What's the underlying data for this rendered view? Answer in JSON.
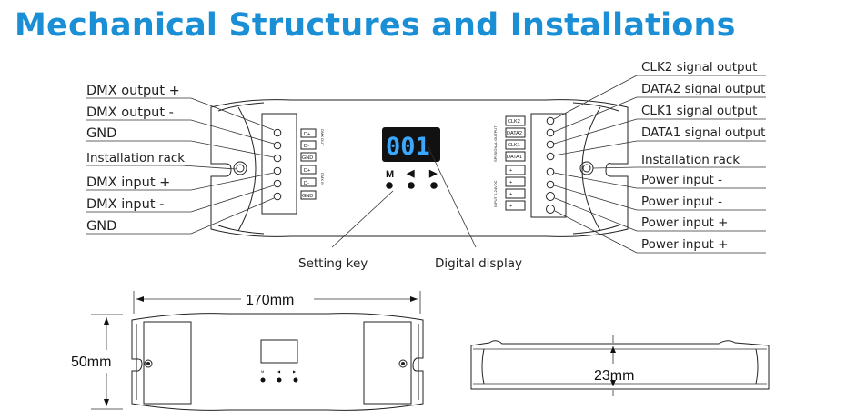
{
  "title": "Mechanical Structures and Installations",
  "left_labels": [
    "DMX output +",
    "DMX output -",
    "GND",
    "Installation rack",
    "DMX input +",
    "DMX input -",
    "GND"
  ],
  "right_labels": [
    "CLK2 signal output",
    "DATA2 signal output",
    "CLK1 signal output",
    "DATA1 signal output",
    "Installation rack",
    "Power input -",
    "Power input -",
    "Power input +",
    "Power input +"
  ],
  "bottom_labels": {
    "setting_key": "Setting key",
    "digital_display": "Digital display"
  },
  "device": {
    "display_value": "001",
    "keys": [
      "M",
      "◀",
      "▶"
    ],
    "left_terminals": [
      "D+",
      "D-",
      "GND",
      "D+",
      "D-",
      "GND"
    ],
    "dmx_out_label": "DMX OUT",
    "dmx_in_label": "DMX IN",
    "right_terminals": [
      "CLK2",
      "DATA2",
      "CLK1",
      "DATA1",
      "+",
      "+",
      "+",
      "+"
    ],
    "spi_label": "SPI SIGNAL OUTPUT",
    "input_label": "INPUT 5-24VDC"
  },
  "dimensions": {
    "length": "170mm",
    "width": "50mm",
    "height": "23mm"
  },
  "colors": {
    "title": "#1a8fd6",
    "display_digits": "#3aa8ff",
    "display_bg": "#111111"
  }
}
